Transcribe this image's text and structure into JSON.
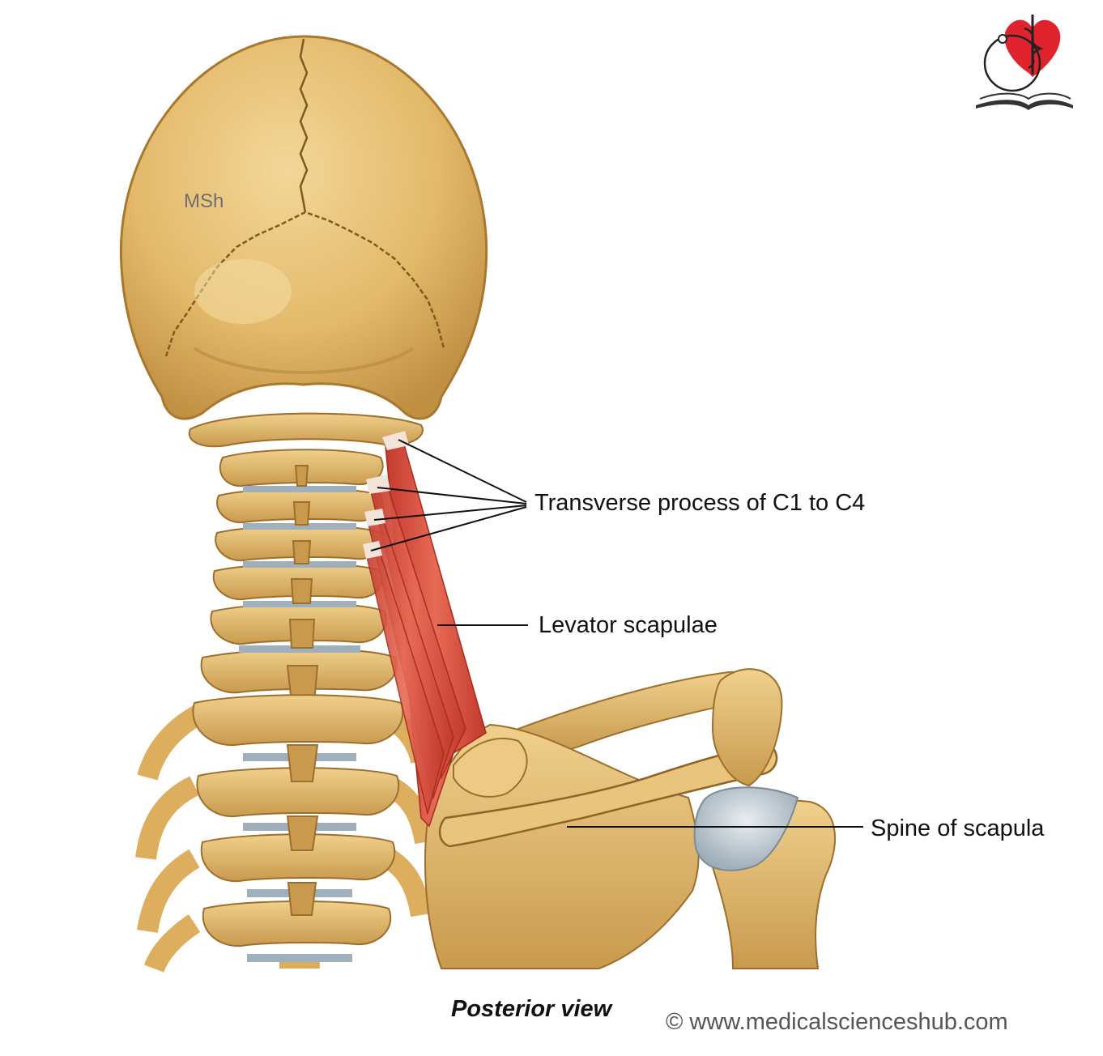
{
  "labels": {
    "transverse_process": "Transverse process of C1 to C4",
    "levator_scapulae": "Levator scapulae",
    "spine_of_scapula": "Spine of scapula"
  },
  "initials": "MSh",
  "caption": "Posterior view",
  "copyright": "© www.medicalscienceshub.com",
  "logo": {
    "icon": "heart-caduceus-book-logo"
  },
  "colors": {
    "bone": "#e2b96a",
    "bone_shadow": "#b98a3c",
    "bone_light": "#f2d89a",
    "muscle": "#d9503f",
    "cartilage": "#a8b6c0",
    "logo_heart": "#e0232c",
    "text": "#111111"
  }
}
